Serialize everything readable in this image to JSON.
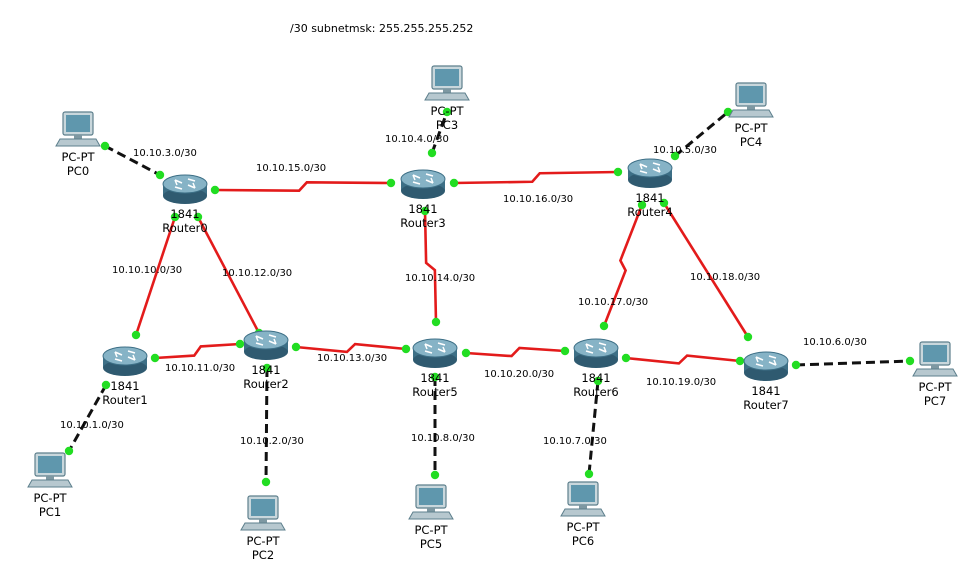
{
  "header_note": "/30 subnetmsk: 255.255.255.252",
  "colors": {
    "serial": "#e31b1b",
    "ethernet": "#111111",
    "port": "#22dd22"
  },
  "icons": {
    "router": "router-icon",
    "pc": "pc-icon"
  },
  "routers": [
    {
      "id": "r0",
      "model": "1841",
      "name": "Router0"
    },
    {
      "id": "r1",
      "model": "1841",
      "name": "Router1"
    },
    {
      "id": "r2",
      "model": "1841",
      "name": "Router2"
    },
    {
      "id": "r3",
      "model": "1841",
      "name": "Router3"
    },
    {
      "id": "r4",
      "model": "1841",
      "name": "Router4"
    },
    {
      "id": "r5",
      "model": "1841",
      "name": "Router5"
    },
    {
      "id": "r6",
      "model": "1841",
      "name": "Router6"
    },
    {
      "id": "r7",
      "model": "1841",
      "name": "Router7"
    }
  ],
  "pcs": [
    {
      "id": "pc0",
      "type": "PC-PT",
      "name": "PC0"
    },
    {
      "id": "pc1",
      "type": "PC-PT",
      "name": "PC1"
    },
    {
      "id": "pc2",
      "type": "PC-PT",
      "name": "PC2"
    },
    {
      "id": "pc3",
      "type": "PC-PT",
      "name": "PC3"
    },
    {
      "id": "pc4",
      "type": "PC-PT",
      "name": "PC4"
    },
    {
      "id": "pc5",
      "type": "PC-PT",
      "name": "PC5"
    },
    {
      "id": "pc6",
      "type": "PC-PT",
      "name": "PC6"
    },
    {
      "id": "pc7",
      "type": "PC-PT",
      "name": "PC7"
    }
  ],
  "links": [
    {
      "from": "pc0",
      "to": "r0",
      "kind": "ethernet",
      "network": "10.10.3.0/30"
    },
    {
      "from": "pc1",
      "to": "r1",
      "kind": "ethernet",
      "network": "10.10.1.0/30"
    },
    {
      "from": "pc2",
      "to": "r2",
      "kind": "ethernet",
      "network": "10.10.2.0/30"
    },
    {
      "from": "pc3",
      "to": "r3",
      "kind": "ethernet",
      "network": "10.10.4.0/30"
    },
    {
      "from": "pc4",
      "to": "r4",
      "kind": "ethernet",
      "network": "10.10.5.0/30"
    },
    {
      "from": "pc5",
      "to": "r5",
      "kind": "ethernet",
      "network": "10.10.8.0/30"
    },
    {
      "from": "pc6",
      "to": "r6",
      "kind": "ethernet",
      "network": "10.10.7.0/30"
    },
    {
      "from": "pc7",
      "to": "r7",
      "kind": "ethernet",
      "network": "10.10.6.0/30"
    },
    {
      "from": "r0",
      "to": "r3",
      "kind": "serial",
      "network": "10.10.15.0/30"
    },
    {
      "from": "r3",
      "to": "r4",
      "kind": "serial",
      "network": "10.10.16.0/30"
    },
    {
      "from": "r0",
      "to": "r1",
      "kind": "serial",
      "network": "10.10.10.0/30"
    },
    {
      "from": "r0",
      "to": "r2",
      "kind": "serial",
      "network": "10.10.12.0/30"
    },
    {
      "from": "r1",
      "to": "r2",
      "kind": "serial",
      "network": "10.10.11.0/30"
    },
    {
      "from": "r2",
      "to": "r5",
      "kind": "serial",
      "network": "10.10.13.0/30"
    },
    {
      "from": "r3",
      "to": "r5",
      "kind": "serial",
      "network": "10.10.14.0/30"
    },
    {
      "from": "r5",
      "to": "r6",
      "kind": "serial",
      "network": "10.10.20.0/30"
    },
    {
      "from": "r4",
      "to": "r6",
      "kind": "serial",
      "network": "10.10.17.0/30"
    },
    {
      "from": "r4",
      "to": "r7",
      "kind": "serial",
      "network": "10.10.18.0/30"
    },
    {
      "from": "r6",
      "to": "r7",
      "kind": "serial",
      "network": "10.10.19.0/30"
    }
  ]
}
